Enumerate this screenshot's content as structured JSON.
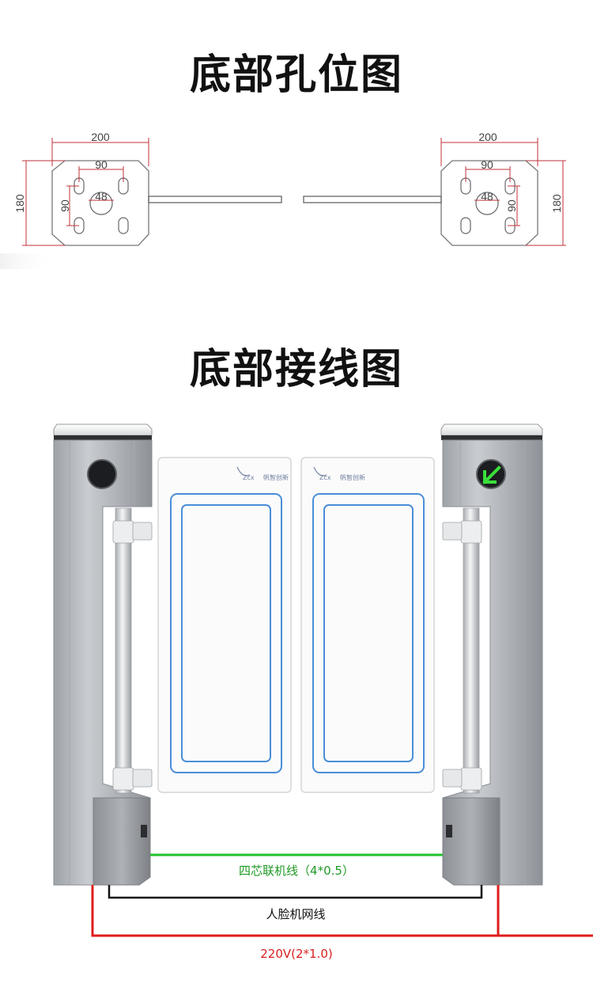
{
  "titles": {
    "hole_layout": "底部孔位图",
    "wiring": "底部接线图"
  },
  "dimensions": {
    "outer_width": "200",
    "hole_spacing_h": "90",
    "center_hole": "48",
    "hole_spacing_v": "90",
    "outer_height": "180"
  },
  "wires": {
    "four_core": "四芯联机线（4*0.5）",
    "face_network": "人脸机网线",
    "power": "220V(2*1.0)"
  },
  "logo": {
    "mark": "Zcx",
    "text": "帆智创新"
  },
  "colors": {
    "dimension_line": "#c0303a",
    "green_wire": "#22c12a",
    "black_wire": "#111111",
    "red_wire": "#e01d1d",
    "panel_border": "#4a8ed8",
    "indicator": "#39e03a"
  }
}
